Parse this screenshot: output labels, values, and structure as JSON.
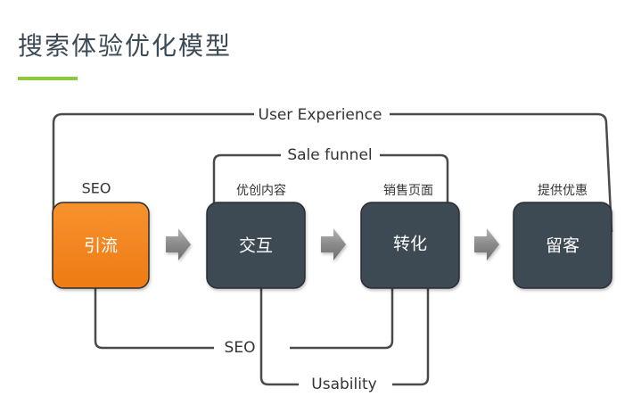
{
  "title": "搜索体验优化模型",
  "colors": {
    "title_underline": "#8dc63f",
    "box_dark": "#3d4852",
    "box_orange": "#f58220",
    "line": "#4a4a4a",
    "arrow": "#8a8a8a"
  },
  "flows": {
    "user_experience": "User Experience",
    "sale_funnel": "Sale funnel",
    "seo_top": "SEO",
    "seo_bottom": "SEO",
    "usability": "Usability"
  },
  "stages": [
    {
      "name": "引流",
      "caption": ""
    },
    {
      "name": "交互",
      "caption": "优创内容"
    },
    {
      "name": "转化",
      "caption": "销售页面"
    },
    {
      "name": "留客",
      "caption": "提供优惠"
    }
  ],
  "icons": {
    "step_arrow": "right-arrow-icon"
  }
}
